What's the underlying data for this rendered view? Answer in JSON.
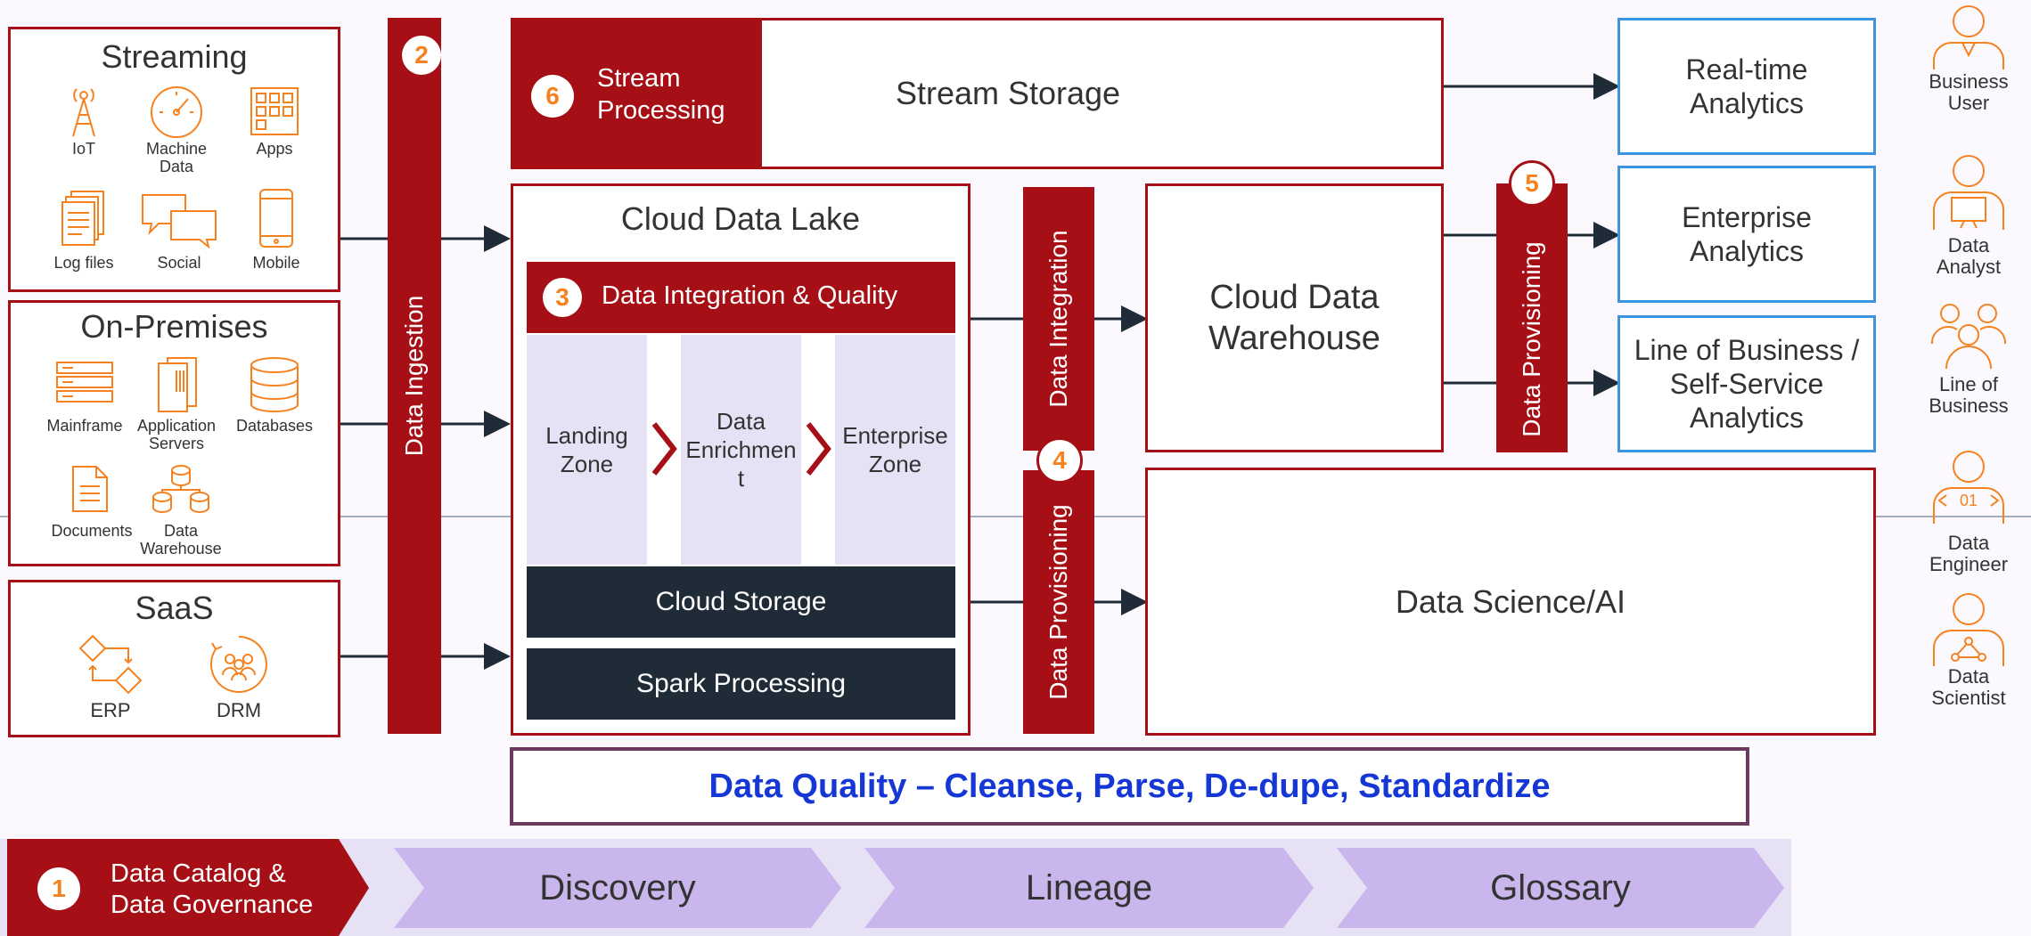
{
  "sources": {
    "streaming": {
      "title": "Streaming",
      "items": [
        {
          "label": "IoT",
          "icon": "iot-tower-icon"
        },
        {
          "label": "Machine\nData",
          "icon": "gauge-icon"
        },
        {
          "label": "Apps",
          "icon": "apps-grid-icon"
        },
        {
          "label": "Log files",
          "icon": "log-files-icon"
        },
        {
          "label": "Social",
          "icon": "social-chat-icon"
        },
        {
          "label": "Mobile",
          "icon": "mobile-phone-icon"
        }
      ]
    },
    "onprem": {
      "title": "On-Premises",
      "items": [
        {
          "label": "Mainframe",
          "icon": "mainframe-icon"
        },
        {
          "label": "Application\nServers",
          "icon": "app-servers-icon"
        },
        {
          "label": "Databases",
          "icon": "database-icon"
        },
        {
          "label": "Documents",
          "icon": "document-icon"
        },
        {
          "label": "Data\nWarehouse",
          "icon": "data-warehouse-icon"
        }
      ]
    },
    "saas": {
      "title": "SaaS",
      "items": [
        {
          "label": "ERP",
          "icon": "erp-flow-icon"
        },
        {
          "label": "DRM",
          "icon": "drm-people-icon"
        }
      ]
    }
  },
  "ingestion": {
    "label": "Data Ingestion",
    "badge": "2"
  },
  "stream": {
    "processing": "Stream\nProcessing",
    "badge": "6",
    "storage": "Stream Storage"
  },
  "lake": {
    "title": "Cloud Data Lake",
    "integration": {
      "badge": "3",
      "label": "Data Integration & Quality"
    },
    "zones": [
      "Landing\nZone",
      "Data\nEnrichmen\nt",
      "Enterprise\nZone"
    ],
    "storage": "Cloud Storage",
    "spark": "Spark Processing"
  },
  "middle": {
    "integration": "Data Integration",
    "provisioning": "Data Provisioning",
    "badge": "4"
  },
  "warehouse": {
    "title": "Cloud Data\nWarehouse"
  },
  "provisioning": {
    "label": "Data Provisioning",
    "badge": "5"
  },
  "analytics": [
    {
      "label": "Real-time\nAnalytics"
    },
    {
      "label": "Enterprise\nAnalytics"
    },
    {
      "label": "Line of Business /\nSelf-Service\nAnalytics"
    }
  ],
  "science": {
    "title": "Data Science/AI"
  },
  "quality_banner": "Data Quality – Cleanse, Parse, De-dupe, Standardize",
  "catalog": {
    "badge": "1",
    "label": "Data Catalog &\nData Governance",
    "steps": [
      "Discovery",
      "Lineage",
      "Glossary"
    ]
  },
  "personas": [
    {
      "label": "Business\nUser",
      "icon": "business-user-icon"
    },
    {
      "label": "Data\nAnalyst",
      "icon": "data-analyst-icon"
    },
    {
      "label": "Line of\nBusiness",
      "icon": "line-of-business-icon"
    },
    {
      "label": "Data\nEngineer",
      "icon": "data-engineer-icon"
    },
    {
      "label": "Data\nScientist",
      "icon": "data-scientist-icon"
    }
  ],
  "colors": {
    "brand_red": "#a50f15",
    "accent_orange": "#f5821f",
    "analytics_blue": "#3b94e0",
    "quality_blue": "#1537d6",
    "dark_panel": "#1f2b36",
    "zone_lavender": "#e6e1f5",
    "catalog_purple": "#c8b6ec"
  }
}
